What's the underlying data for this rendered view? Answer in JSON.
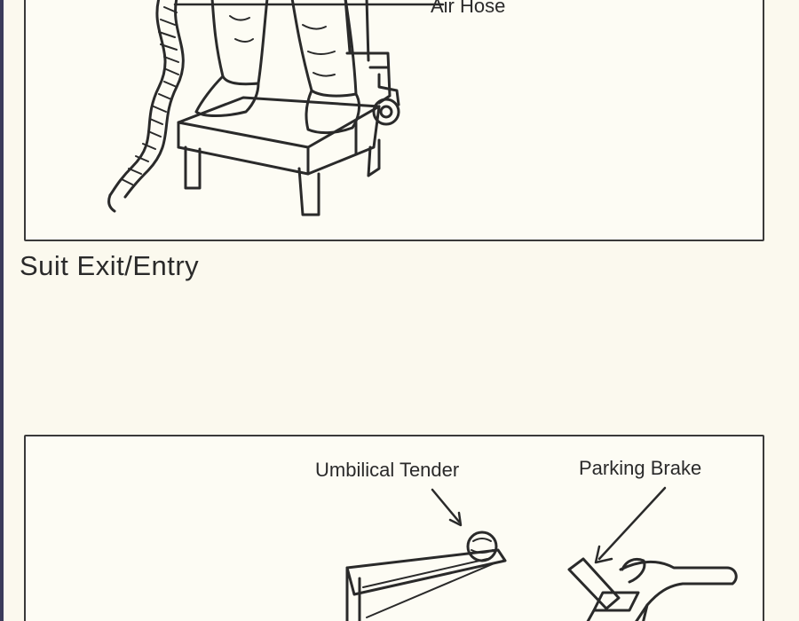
{
  "figure_top": {
    "callouts": {
      "air_hose": "Air Hose"
    }
  },
  "caption": "Suit Exit/Entry",
  "figure_bottom": {
    "callouts": {
      "umbilical_tender": "Umbilical Tender",
      "parking_brake": "Parking Brake"
    }
  },
  "colors": {
    "paper": "#fbf9ee",
    "ink": "#2a2a2a",
    "margin_rule": "#3b3b5a"
  }
}
